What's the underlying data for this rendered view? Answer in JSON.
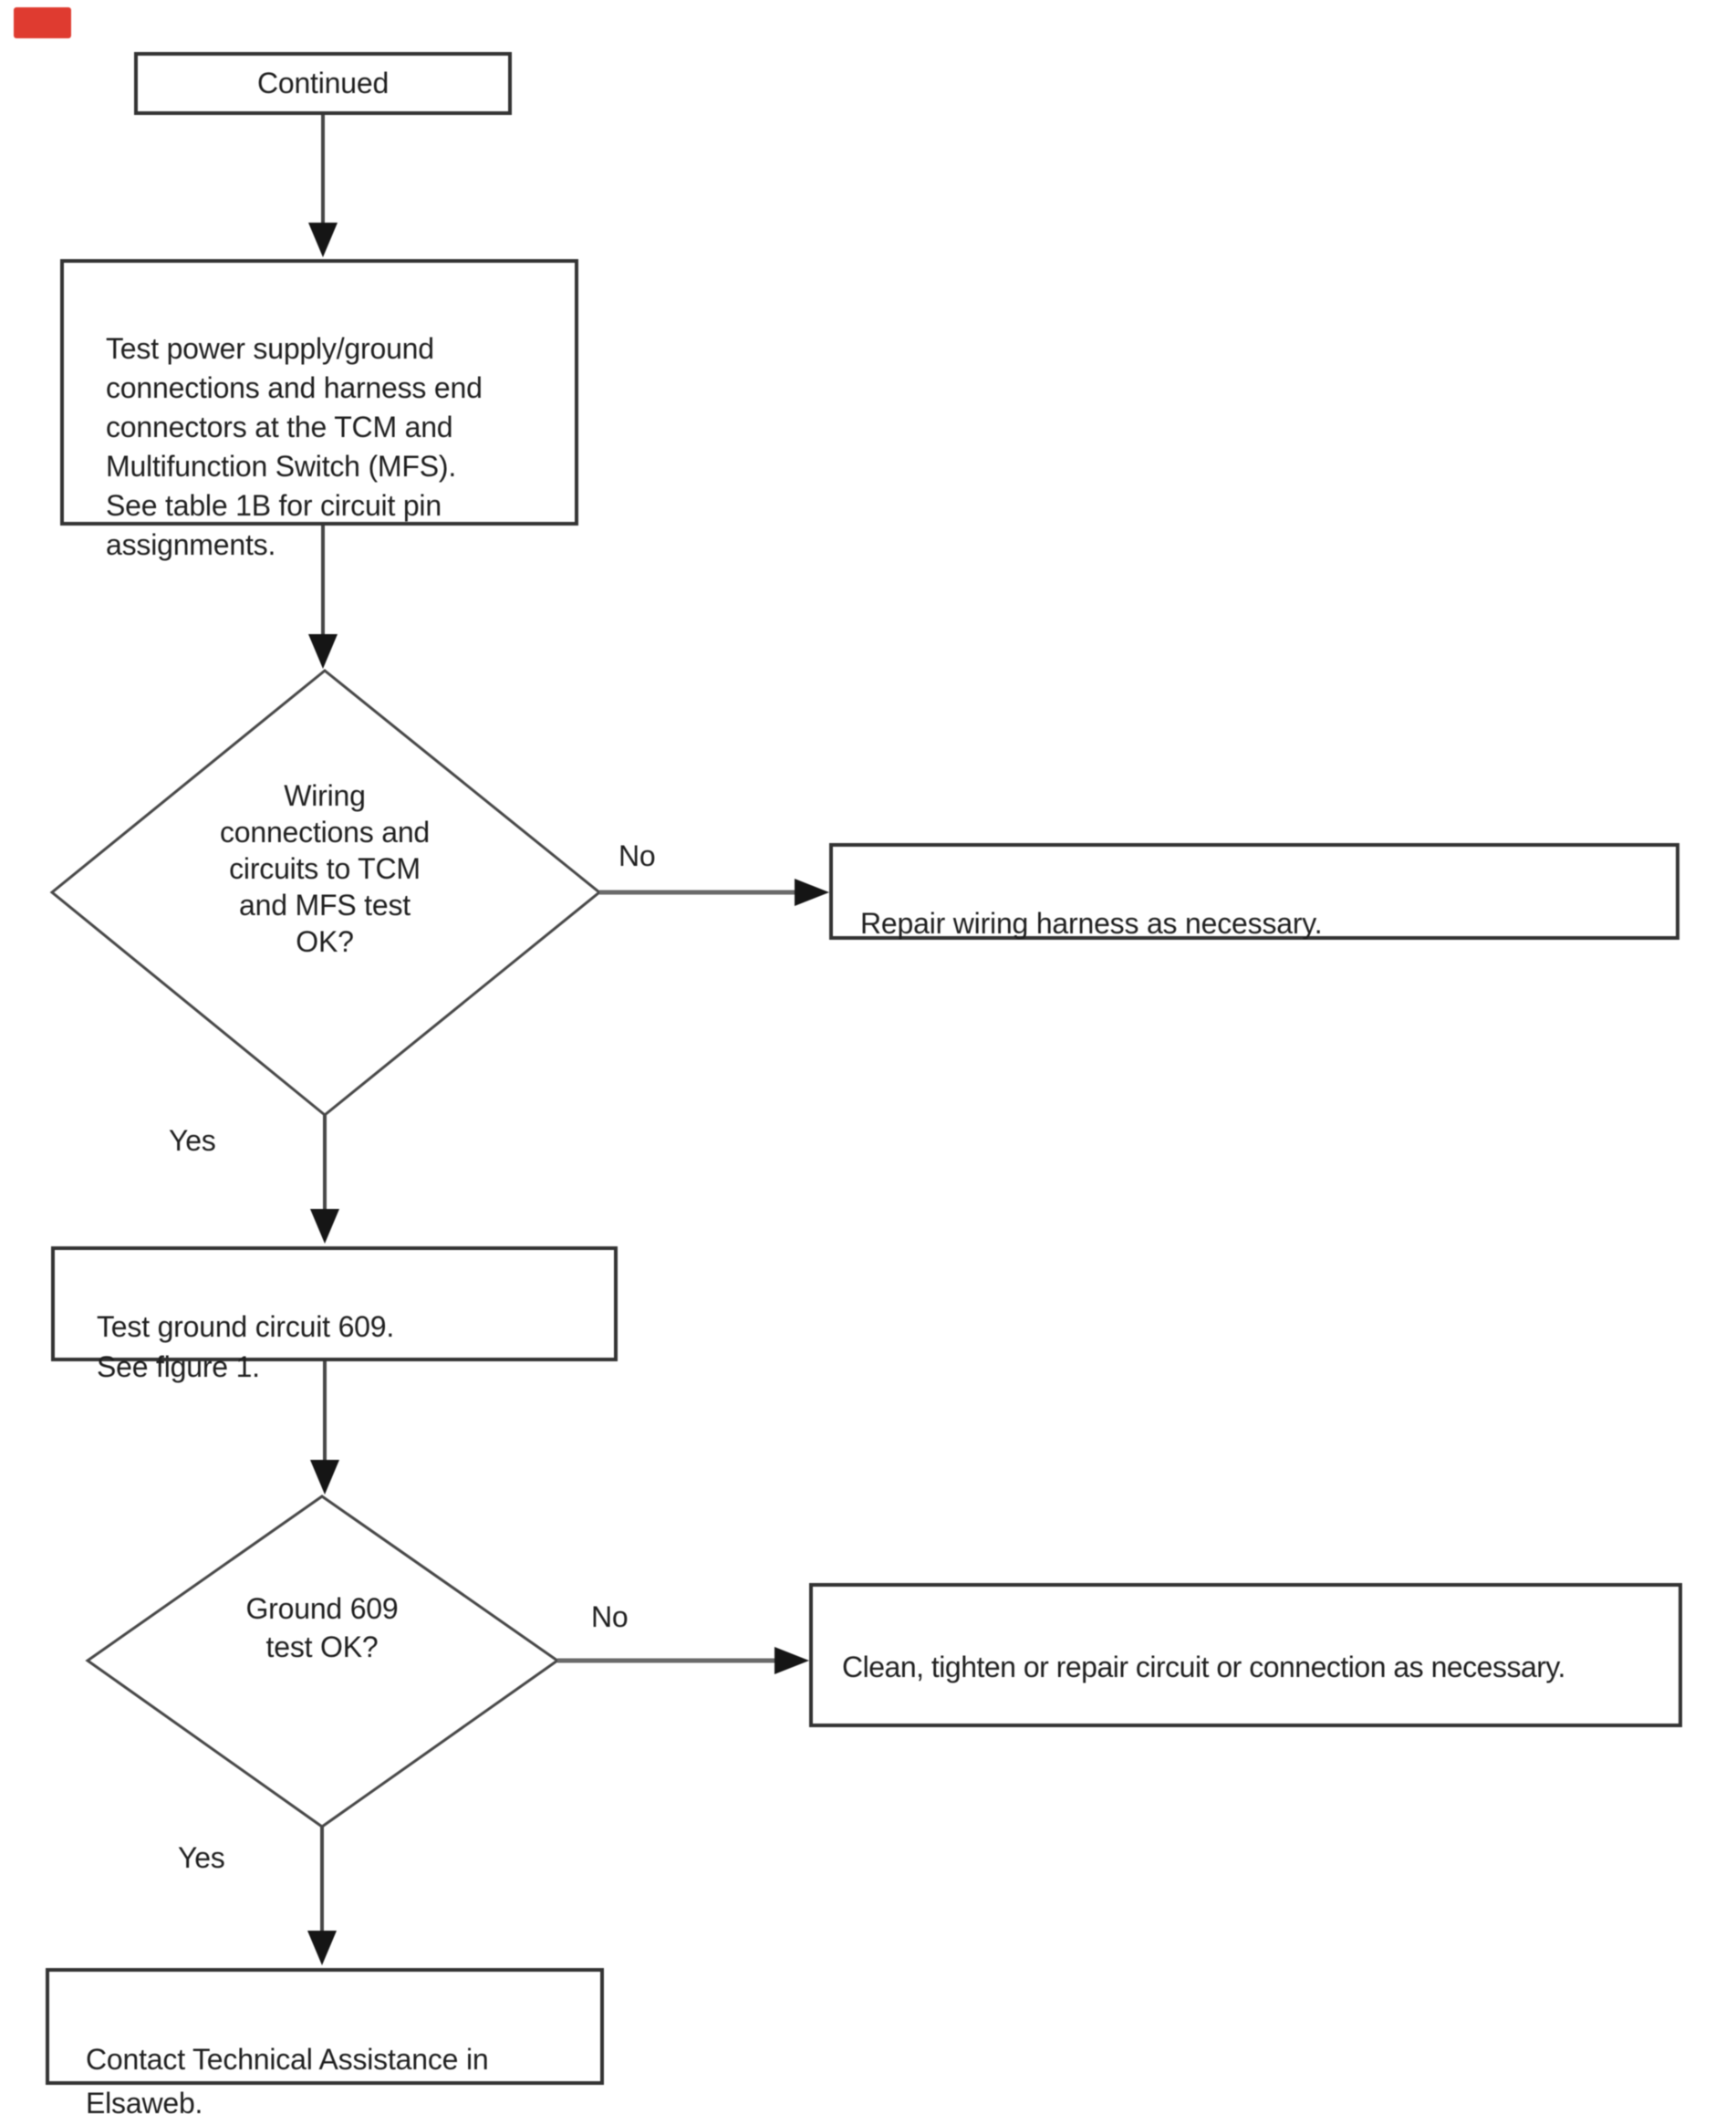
{
  "page": {
    "background": "#ffffff",
    "ink": "#1f1f1f",
    "line_color": "#474747",
    "arrow_color": "#151515",
    "red_mark_color": "#df3b30"
  },
  "nodes": {
    "continued": {
      "label": "Continued"
    },
    "test_power": {
      "text": "Test power supply/ground\nconnections and harness end\nconnectors at the TCM and\nMultifunction Switch (MFS).\nSee table 1B for circuit pin\nassignments."
    },
    "wiring_decision": {
      "text": "Wiring\nconnections and\ncircuits to TCM\nand MFS test\nOK?"
    },
    "repair_wiring": {
      "text": "Repair wiring harness as necessary."
    },
    "test_ground": {
      "text": "Test ground circuit 609.\nSee figure 1."
    },
    "ground_decision": {
      "text": "Ground 609\ntest OK?"
    },
    "clean_tighten": {
      "text": "Clean, tighten or repair circuit or connection as necessary."
    },
    "contact_ta": {
      "text": "Contact Technical Assistance in\nElsaweb."
    }
  },
  "labels": {
    "no1": "No",
    "yes1": "Yes",
    "no2": "No",
    "yes2": "Yes"
  }
}
